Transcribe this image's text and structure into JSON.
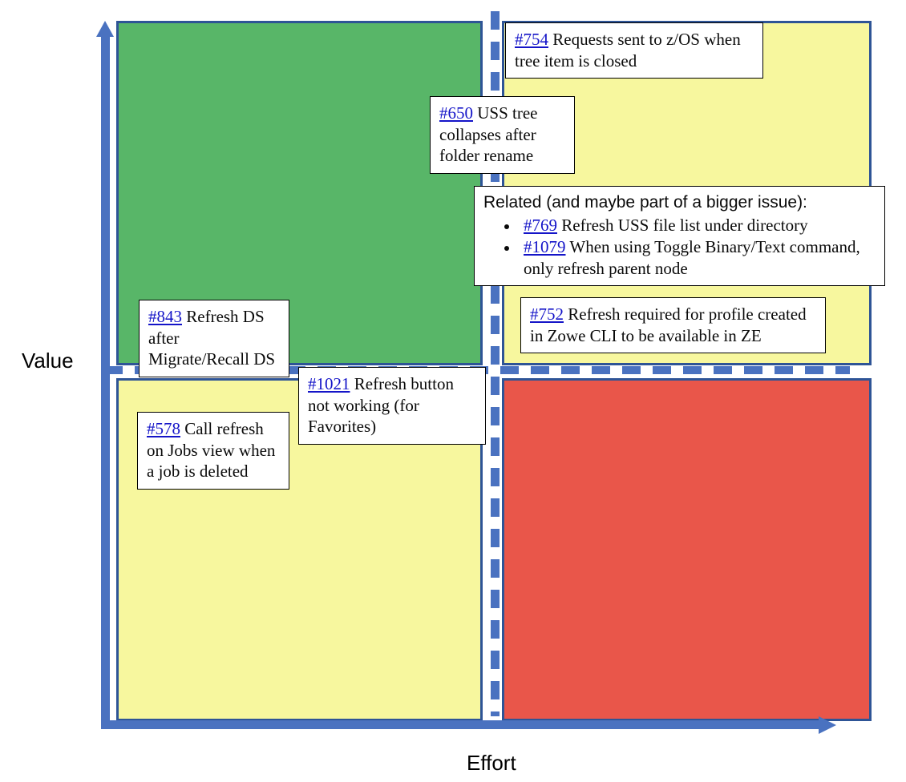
{
  "chart_data": {
    "type": "scatter",
    "title": "",
    "xlabel": "Effort",
    "ylabel": "Value",
    "grid": false,
    "legend": null,
    "quadrants": [
      {
        "name": "high-value-low-effort",
        "position": "top-left",
        "color": "#58B668",
        "label": ""
      },
      {
        "name": "high-value-high-effort",
        "position": "top-right",
        "color": "#F7F79E",
        "label": ""
      },
      {
        "name": "low-value-low-effort",
        "position": "bottom-left",
        "color": "#F7F79E",
        "label": ""
      },
      {
        "name": "low-value-high-effort",
        "position": "bottom-right",
        "color": "#E9564A",
        "label": ""
      }
    ],
    "items": [
      {
        "issue": "#754",
        "text": "Requests sent to z/OS when tree item is closed",
        "quadrant": "top-right"
      },
      {
        "issue": "#650",
        "text": "USS tree collapses after folder rename",
        "quadrant": "top-right"
      },
      {
        "issue": "#769",
        "text": "Refresh USS file list under directory",
        "quadrant": "top-right"
      },
      {
        "issue": "#1079",
        "text": "When using Toggle Binary/Text command, only refresh parent node",
        "quadrant": "top-right"
      },
      {
        "issue": "#752",
        "text": "Refresh required for profile created in Zowe CLI to be available in ZE",
        "quadrant": "top-right"
      },
      {
        "issue": "#843",
        "text": "Refresh DS after Migrate/Recall DS",
        "quadrant": "top-left"
      },
      {
        "issue": "#1021",
        "text": "Refresh button not working (for Favorites)",
        "quadrant": "bottom-left"
      },
      {
        "issue": "#578",
        "text": "Call refresh on Jobs view when a job is deleted",
        "quadrant": "bottom-left"
      }
    ]
  },
  "axes": {
    "y_label": "Value",
    "x_label": "Effort",
    "axis_color": "#4A72C0",
    "divider_color": "#4A72C0"
  },
  "colors": {
    "green": "#58B668",
    "yellow": "#F7F79E",
    "red": "#E9564A",
    "axis_blue": "#4A72C0",
    "quadrant_border": "#2E5496",
    "link_blue": "#1414C8",
    "callout_border": "#000000",
    "callout_background": "#FFFFFF"
  },
  "callouts": {
    "c754": {
      "issue": "#754",
      "text": " Requests sent to z/OS when tree item is closed"
    },
    "c650": {
      "issue": "#650",
      "text": " USS tree collapses after folder rename"
    },
    "related": {
      "title": "Related (and maybe part of a bigger issue):",
      "items": [
        {
          "issue": "#769",
          "text": " Refresh USS file list under directory"
        },
        {
          "issue": "#1079",
          "text": " When using Toggle Binary/Text command, only refresh parent node"
        }
      ]
    },
    "c843": {
      "issue": "#843",
      "text": " Refresh DS after Migrate/Recall DS"
    },
    "c752": {
      "issue": "#752",
      "text": " Refresh required for profile created in Zowe CLI to be available in ZE"
    },
    "c1021": {
      "issue": "#1021",
      "text": " Refresh button not working (for Favorites)"
    },
    "c578": {
      "issue": "#578",
      "text": " Call refresh on Jobs view when a job is deleted"
    }
  }
}
